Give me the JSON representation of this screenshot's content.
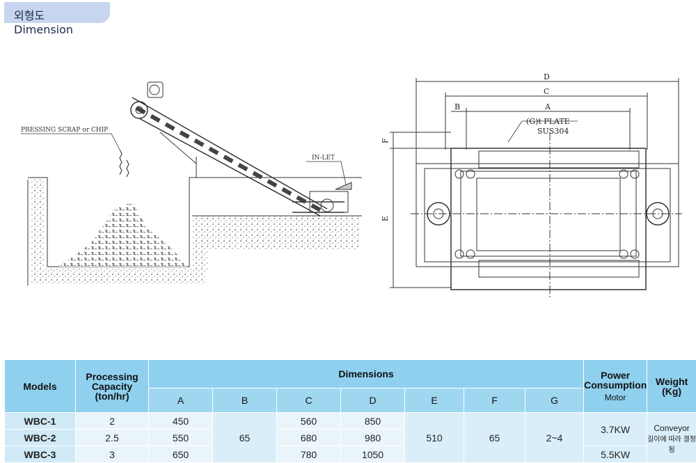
{
  "title": {
    "ko": "외형도",
    "en": "Dimension"
  },
  "drawing_labels": {
    "pressing_scrap": "PRESSING SCRAP or CHIP",
    "inlet": "IN-LET",
    "plate": "(G)t PLATE",
    "material": "SUS304",
    "dim_d": "D",
    "dim_c": "C",
    "dim_b": "B",
    "dim_a": "A",
    "dim_f": "F",
    "dim_e": "E"
  },
  "table": {
    "models_header": "Models",
    "capacity_header": [
      "Processing",
      "Capacity",
      "(ton/hr)"
    ],
    "dimensions_header": "Dimensions",
    "power_header": [
      "Power",
      "Consumption"
    ],
    "power_sub": "Motor",
    "weight_header": [
      "Weight",
      "(Kg)"
    ],
    "dim_cols": [
      "A",
      "B",
      "C",
      "D",
      "E",
      "F",
      "G"
    ],
    "rows": [
      {
        "model": "WBC-1",
        "capacity": "2",
        "A": "450",
        "C": "560",
        "D": "850"
      },
      {
        "model": "WBC-2",
        "capacity": "2.5",
        "A": "550",
        "C": "680",
        "D": "980"
      },
      {
        "model": "WBC-3",
        "capacity": "3",
        "A": "650",
        "C": "780",
        "D": "1050"
      }
    ],
    "shared": {
      "B": "65",
      "E": "510",
      "F": "65",
      "G": "2~4",
      "power_1": "3.7KW",
      "power_3": "5.5KW",
      "weight_line1": "Conveyor",
      "weight_line2": "길이에 따라 결정됨"
    }
  }
}
